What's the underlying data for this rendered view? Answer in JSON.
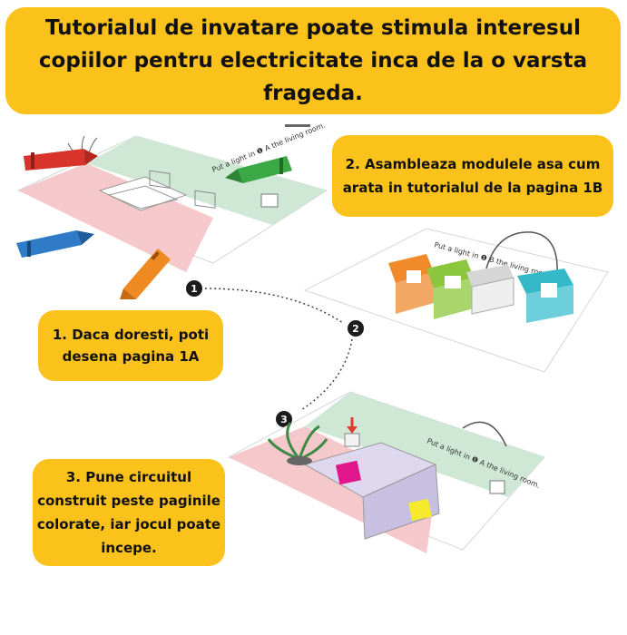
{
  "header": {
    "text": "Tutorialul de invatare poate stimula interesul copiilor pentru electricitate inca de la o varsta frageda."
  },
  "steps": [
    {
      "number": "1",
      "text": "1. Daca doresti, poti desena pagina 1A"
    },
    {
      "number": "2",
      "text": "2. Asambleaza modulele asa cum arata in tutorialul de la pagina 1B"
    },
    {
      "number": "3",
      "text": "3. Pune circuitul construit peste paginile colorate, iar jocul poate incepe."
    }
  ],
  "page_labels": {
    "page_1a": "Put a light in ❶ A the living room.",
    "page_1b": "Put a light in ❶ B the living room.",
    "page_1a_lower": "Put a light in ❶ A the living room."
  },
  "colors": {
    "callout": "#fcc21c",
    "page_green": "#cfe8d6",
    "page_pink": "#f5c9cc",
    "crayon_red": "#d8342b",
    "crayon_green": "#3aa845",
    "crayon_blue": "#2f7bc8",
    "crayon_orange": "#ef8a22",
    "module_orange": "#f08a2a",
    "module_green": "#8cc63e",
    "module_cyan": "#35b9c9"
  }
}
